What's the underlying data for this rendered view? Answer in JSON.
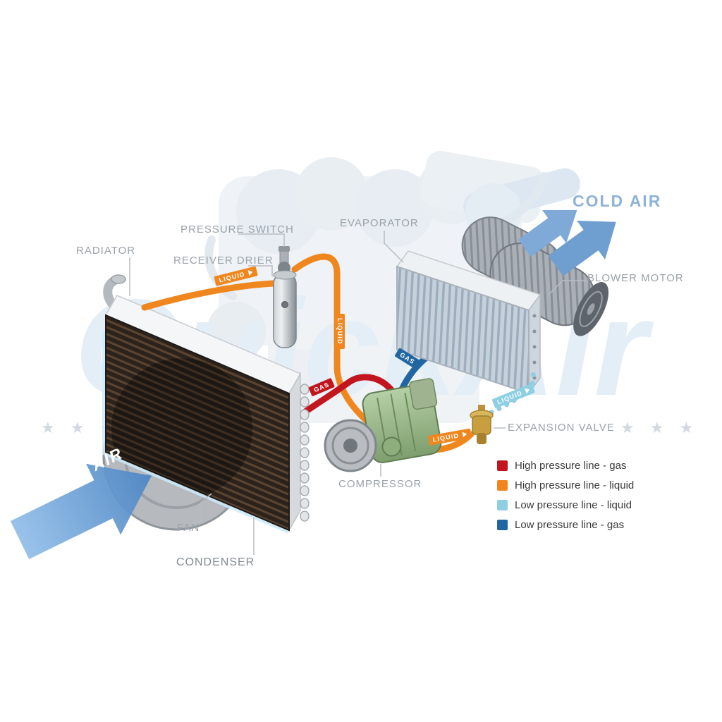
{
  "watermark": {
    "text": "QuickAir",
    "stars": "★ ★ ★"
  },
  "air_flow": {
    "air": "AIR",
    "cold_air": "COLD AIR"
  },
  "components": {
    "radiator": "RADIATOR",
    "pressure_switch": "PRESSURE SWITCH",
    "receiver_drier": "RECEIVER DRIER",
    "evaporator": "EVAPORATOR",
    "blower_motor": "BLOWER MOTOR",
    "expansion_valve": "EXPANSION VALVE",
    "compressor": "COMPRESSOR",
    "fan": "FAN",
    "condenser": "CONDENSER"
  },
  "pipe_labels": {
    "condenser_to_drier": "LIQUID",
    "drier_down": "LIQUID",
    "evap_suction": "GAS",
    "compressor_discharge": "GAS",
    "valve_to_evap": "LIQUID",
    "to_valve": "LIQUID"
  },
  "legend": {
    "items": [
      {
        "label": "High pressure line - gas",
        "color": "#c2151d"
      },
      {
        "label": "High pressure line - liquid",
        "color": "#f0871e"
      },
      {
        "label": "Low pressure line - liquid",
        "color": "#8ecfe3"
      },
      {
        "label": "Low pressure line -  gas",
        "color": "#2066a2"
      }
    ]
  }
}
